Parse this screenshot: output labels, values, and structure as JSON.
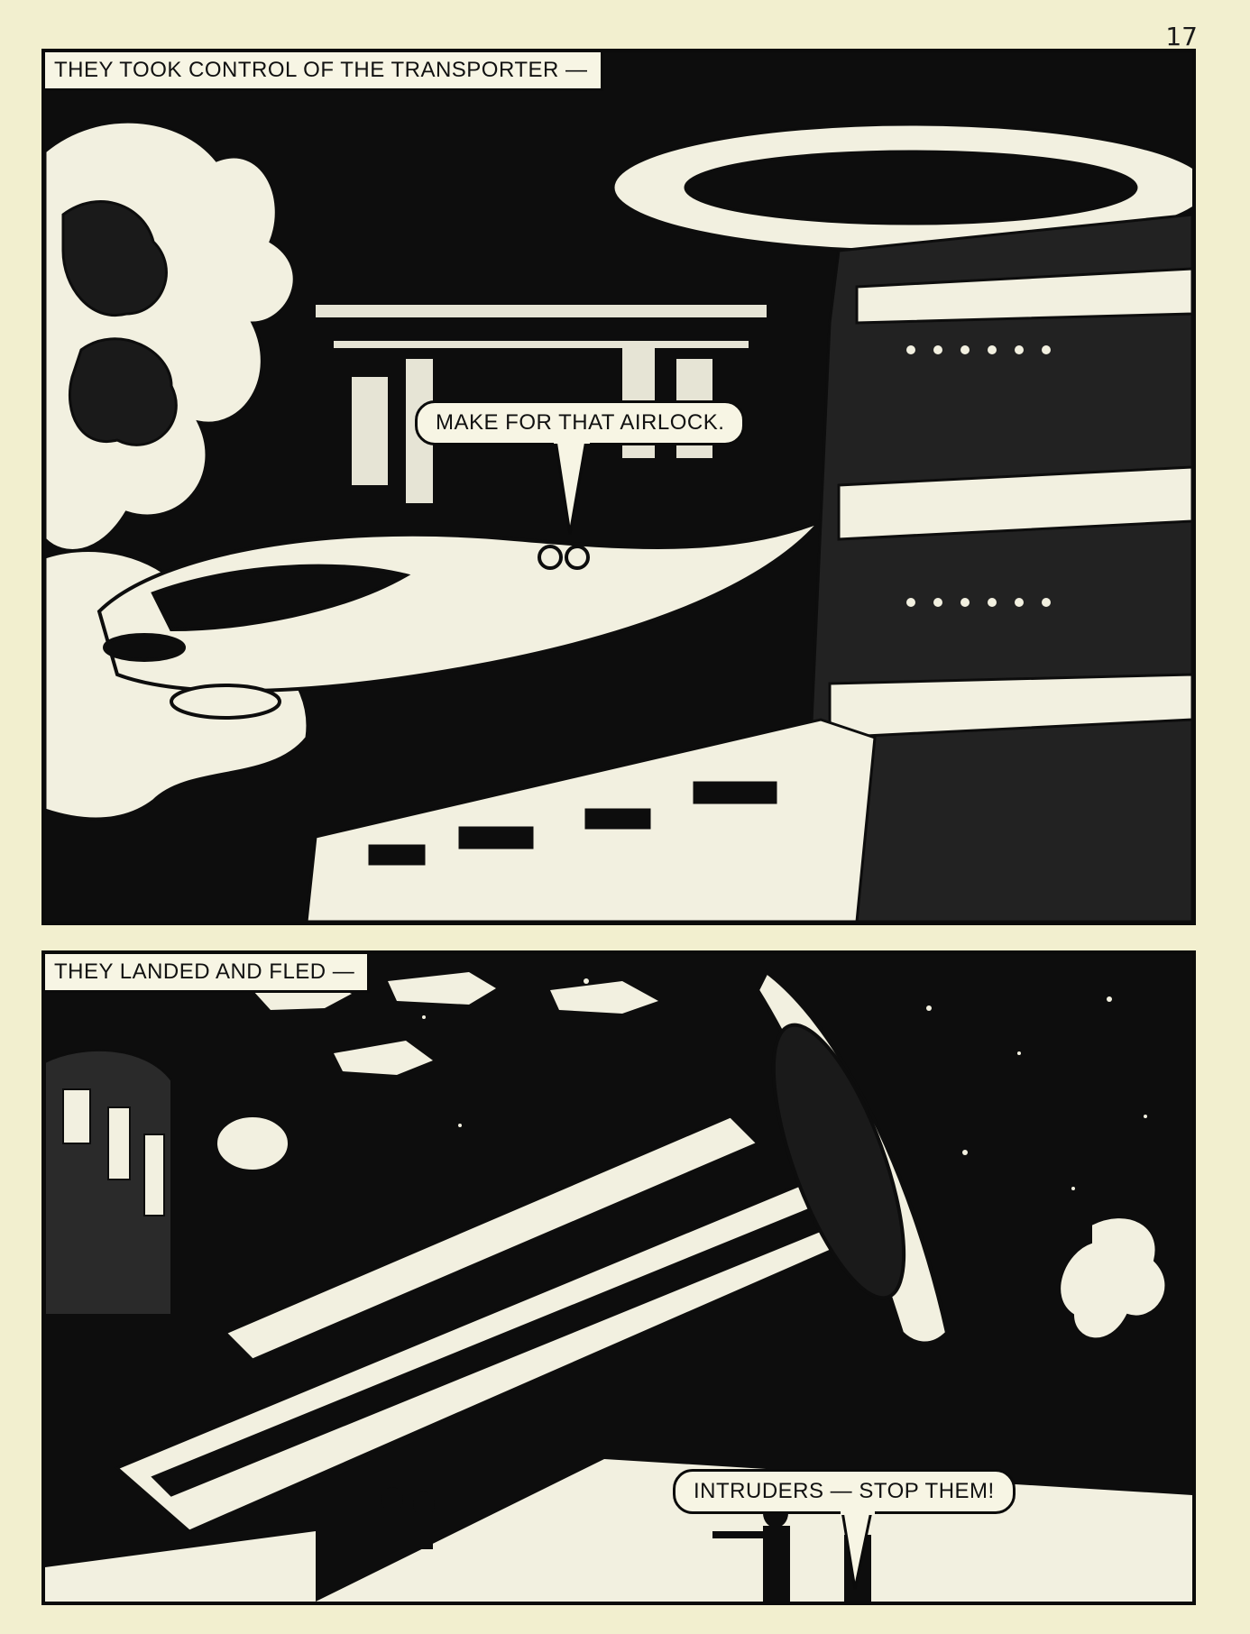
{
  "page": {
    "number": "17",
    "background": "#f2efcf",
    "ink": "#0d0d0d",
    "paper_white": "#f7f5e4"
  },
  "panels": [
    {
      "caption": "THEY TOOK CONTROL OF THE TRANSPORTER —",
      "balloon": "MAKE FOR THAT AIRLOCK."
    },
    {
      "caption": "THEY LANDED AND FLED —",
      "balloon": "INTRUDERS — STOP THEM!"
    }
  ]
}
